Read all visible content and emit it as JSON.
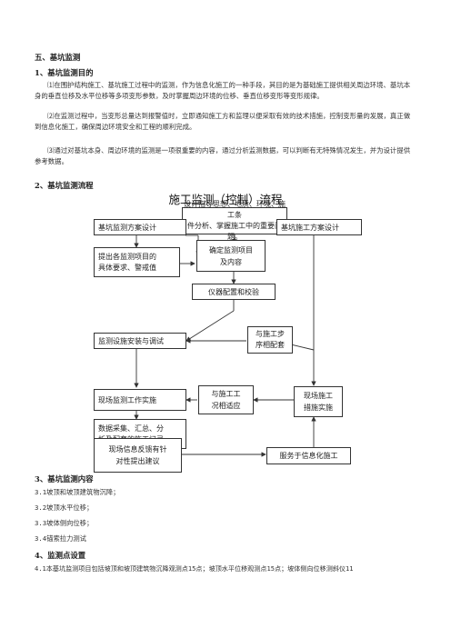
{
  "section5": {
    "heading": "五、基坑监测"
  },
  "s1": {
    "heading": "1、基坑监测目的",
    "para1": "⑴在围护结构施工、基坑施工过程中的监测，作为信息化施工的一种手段，其目的是为基础施工提供相关周边环境、基坑本身的垂直位移及水平位移等多项变形参数，及时掌握周边环境的位移、垂直位移变形等变形规律。",
    "para2": "⑵在监测过程中，当变形总量达到报警值时，立即通知施工方和监理以便采取有效的技术措施，控制变形量的发展，真正做到信息化施工，确保周边环境安全和工程的顺利完成。",
    "para3": "⑶通过对基坑本身、周边环境的监测是一项很重要的内容，通过分析监测数据，可以判断有无特殊情况发生，并为设计提供参考数据。"
  },
  "s2": {
    "heading": "2、基坑监测流程"
  },
  "flow": {
    "title": "施工监测（控制）流程",
    "top": [
      "设计指导思想、地质、环境、施工条",
      "件分析、掌握施工中的重要问题。"
    ],
    "design": "基坑监测方案设计",
    "construct_plan": "基坑施工方案设计",
    "requirements": [
      "提出各监测项目的",
      "具体要求、警戒值"
    ],
    "determine": [
      "确定监测项目",
      "及内容"
    ],
    "instrument": "仪器配置和校验",
    "install": "监测设施安装与调试",
    "cooperate": [
      "与施工步",
      "序相配套"
    ],
    "field_monitor": "现场监测工作实施",
    "adapt": [
      "与施工工",
      "况相适应"
    ],
    "field_construct": [
      "现场施工",
      "措施实施"
    ],
    "data": [
      "数据采集、汇总、分",
      "析及配套的施工记录"
    ],
    "feedback": [
      "现场信息反馈有针",
      "对性提出建议"
    ],
    "service": "服务于信息化施工"
  },
  "s3": {
    "heading": "3、基坑监测内容",
    "items": [
      "3.1坡顶和坡顶建筑物沉降；",
      "3.2坡顶水平位移；",
      "3.3坡体侧向位移；",
      "3.4锚索拉力测试"
    ]
  },
  "s4": {
    "heading": "4、监测点设置",
    "line": "4.1本基坑监测项目包括坡顶和坡顶建筑物沉降观测点15点；坡顶水平位移观测点15点；坡体侧向位移测斜仪11"
  }
}
